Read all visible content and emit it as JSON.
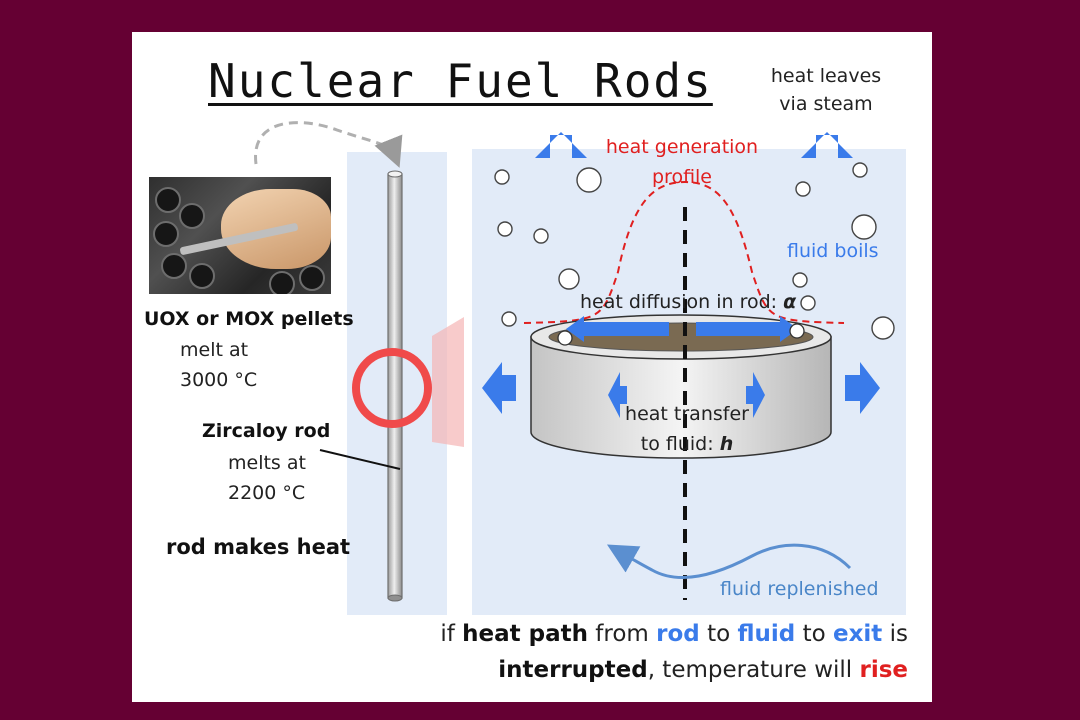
{
  "slide": {
    "title": "Nuclear Fuel Rods",
    "steam_label": [
      "heat leaves",
      "via steam"
    ],
    "pellets_label": "UOX or MOX pellets",
    "pellets_melt": [
      "melt at",
      "3000 °C"
    ],
    "rod_label": "Zircaloy rod",
    "rod_melt": [
      "melts at",
      "2200 °C"
    ],
    "rod_heat": "rod makes heat",
    "heat_generation": [
      "heat generation",
      "profile"
    ],
    "fluid_boils": "fluid boils",
    "heat_diffusion": "heat diffusion in rod: ",
    "heat_diffusion_symbol": "α",
    "heat_transfer": [
      "heat transfer",
      "to fluid: "
    ],
    "heat_transfer_symbol": "h",
    "fluid_replenished": "fluid replenished",
    "bottom": {
      "line1": [
        "if ",
        "heat path",
        " from ",
        "rod",
        " to ",
        "fluid",
        " to ",
        "exit",
        " is"
      ],
      "line2": [
        "interrupted",
        ", temperature will ",
        "rise"
      ]
    }
  },
  "colors": {
    "background": "#650033",
    "panel": "#e2ebf8",
    "arrow_blue": "#3a7bea",
    "accent_red": "#e02020",
    "ring_red": "#f04a4a"
  }
}
